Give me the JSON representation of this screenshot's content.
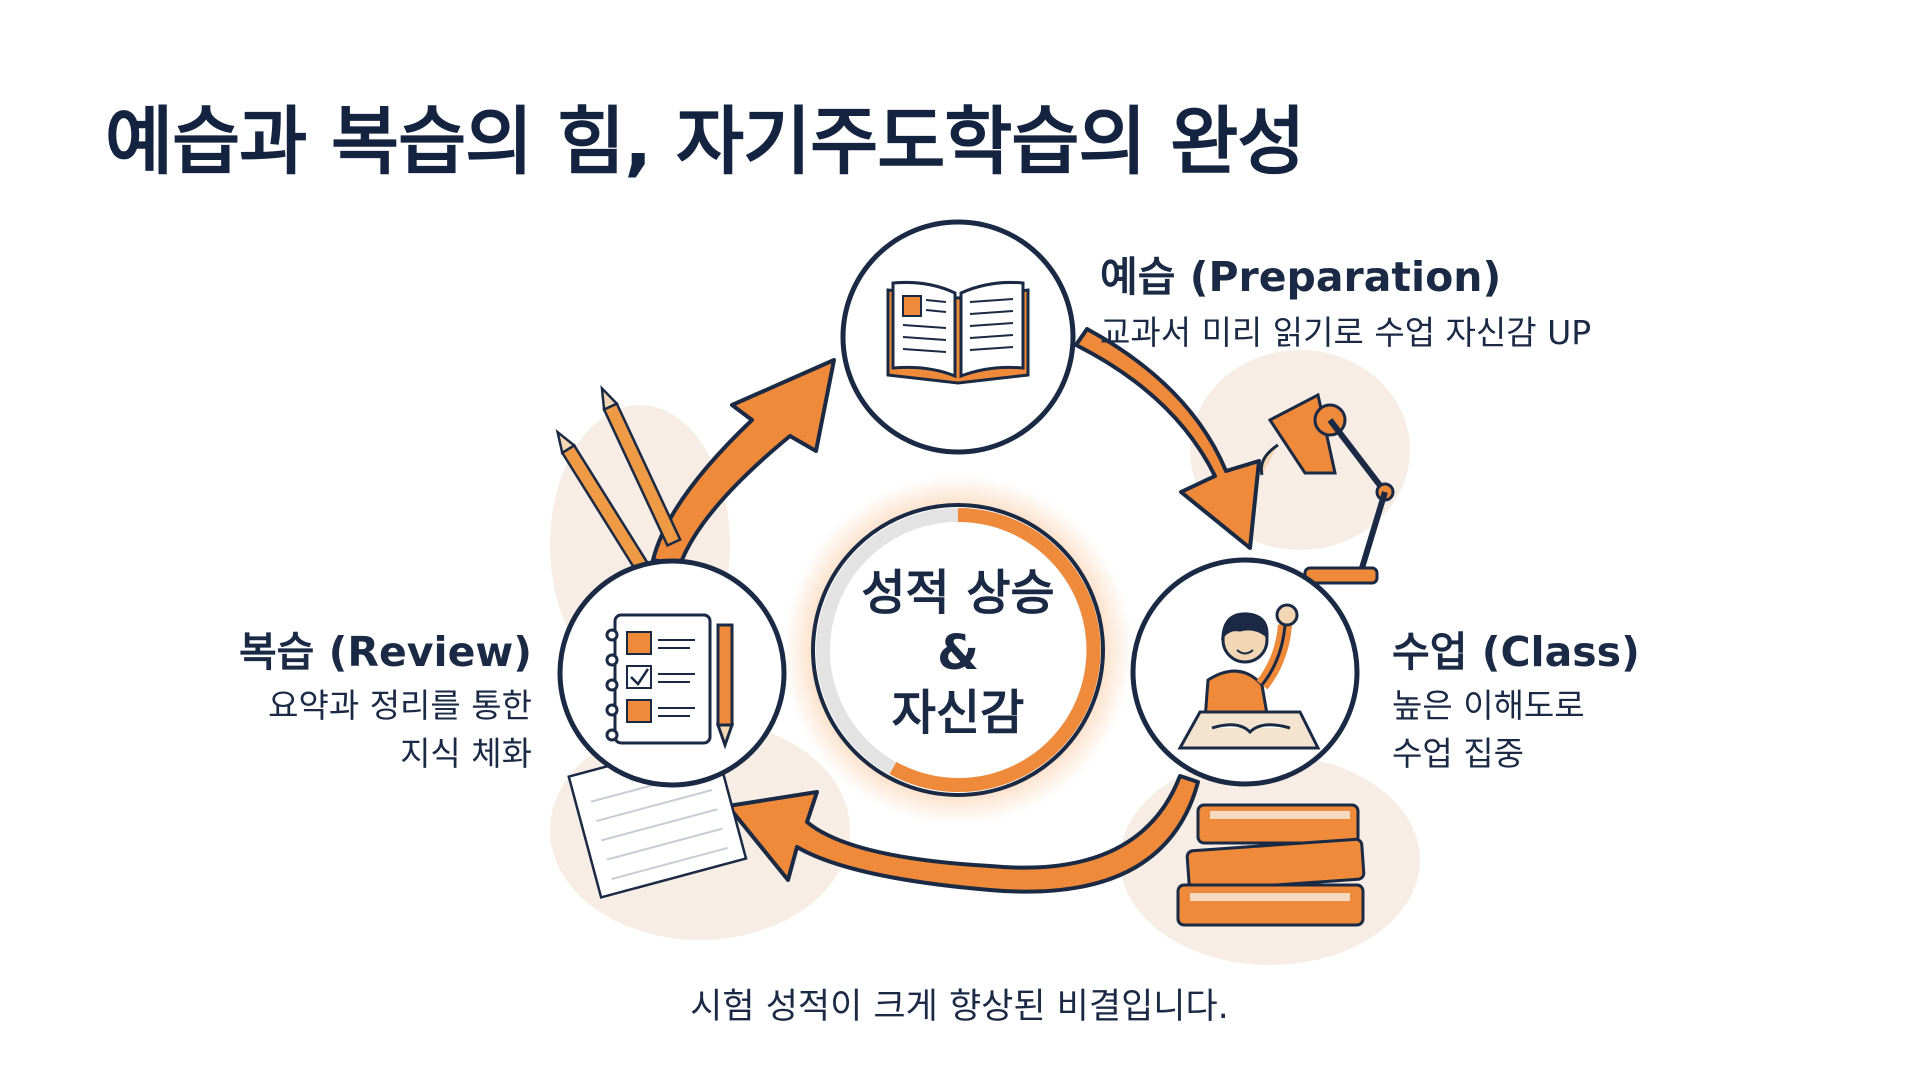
{
  "title": "예습과 복습의 힘, 자기주도학습의 완성",
  "center": {
    "line1": "성적 상승",
    "line2": "&",
    "line3": "자신감"
  },
  "steps": [
    {
      "title": "예습 (Preparation)",
      "desc": "교과서 미리 읽기로 수업 자신감 UP",
      "icon": "open-book-icon"
    },
    {
      "title": "수업 (Class)",
      "desc1": "높은 이해도로",
      "desc2": "수업 집중",
      "icon": "student-raising-hand-icon"
    },
    {
      "title": "복습 (Review)",
      "desc1": "요약과 정리를 통한",
      "desc2": "지식 체화",
      "icon": "checklist-notebook-icon"
    }
  ],
  "footer": "시험 성적이 크게 향상된 비결입니다.",
  "colors": {
    "accent": "#ef8a3a",
    "navy": "#14233f",
    "blob": "#f7ede4"
  }
}
